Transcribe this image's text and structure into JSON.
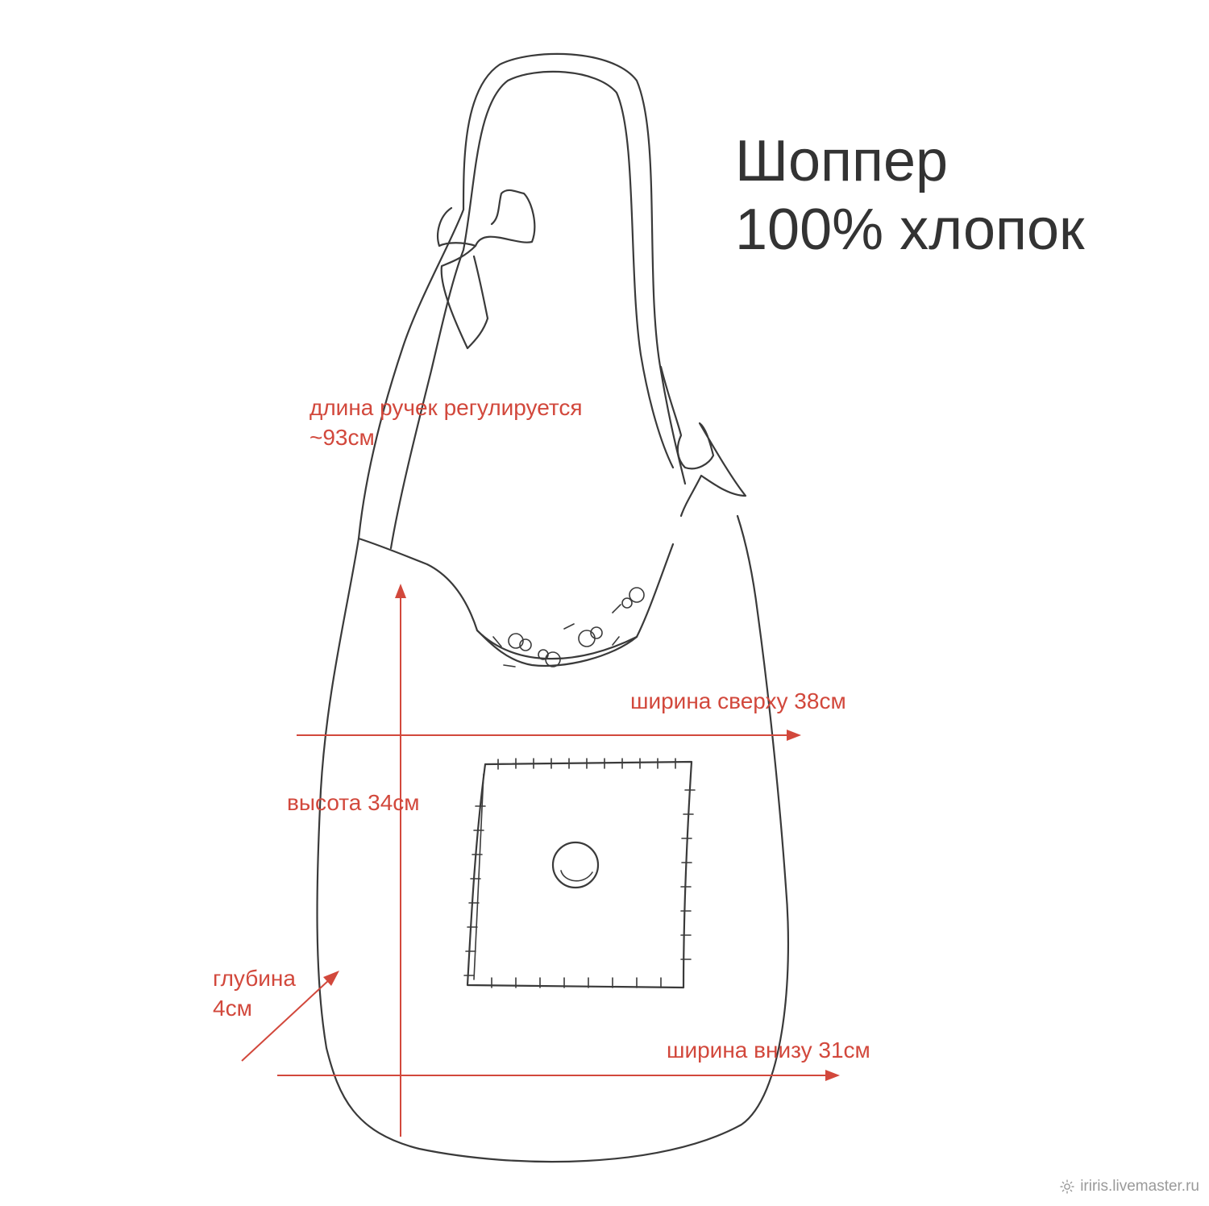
{
  "title": {
    "line1": "Шоппер",
    "line2": "100% хлопок"
  },
  "labels": {
    "handle": {
      "line1": "длина ручек регулируется",
      "line2": "~93см"
    },
    "width_top": "ширина сверху 38см",
    "height": "высота 34см",
    "depth": {
      "line1": "глубина",
      "line2": "4см"
    },
    "width_bottom": "ширина внизу 31см"
  },
  "watermark": {
    "text": "iriris.livemaster.ru",
    "icon": "gear-flower-icon"
  },
  "colors": {
    "sketch": "#3a3a3a",
    "measure": "#d2483c",
    "title": "#333333"
  }
}
